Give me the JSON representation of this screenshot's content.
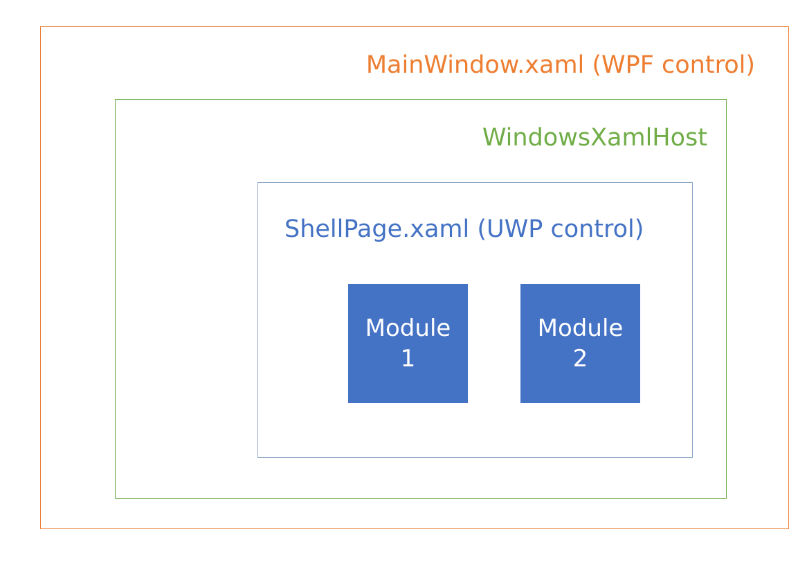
{
  "colors": {
    "main_window": "#ED7D31",
    "xaml_host": "#70AD47",
    "shell_page": "#4472C4",
    "module_fill": "#4472C4",
    "module_text": "#FFFFFF"
  },
  "main_window": {
    "label": "MainWindow.xaml (WPF control)"
  },
  "xaml_host": {
    "label": "WindowsXamlHost"
  },
  "shell_page": {
    "label": "ShellPage.xaml (UWP control)"
  },
  "modules": [
    {
      "line1": "Module",
      "line2": "1"
    },
    {
      "line1": "Module",
      "line2": "2"
    }
  ]
}
